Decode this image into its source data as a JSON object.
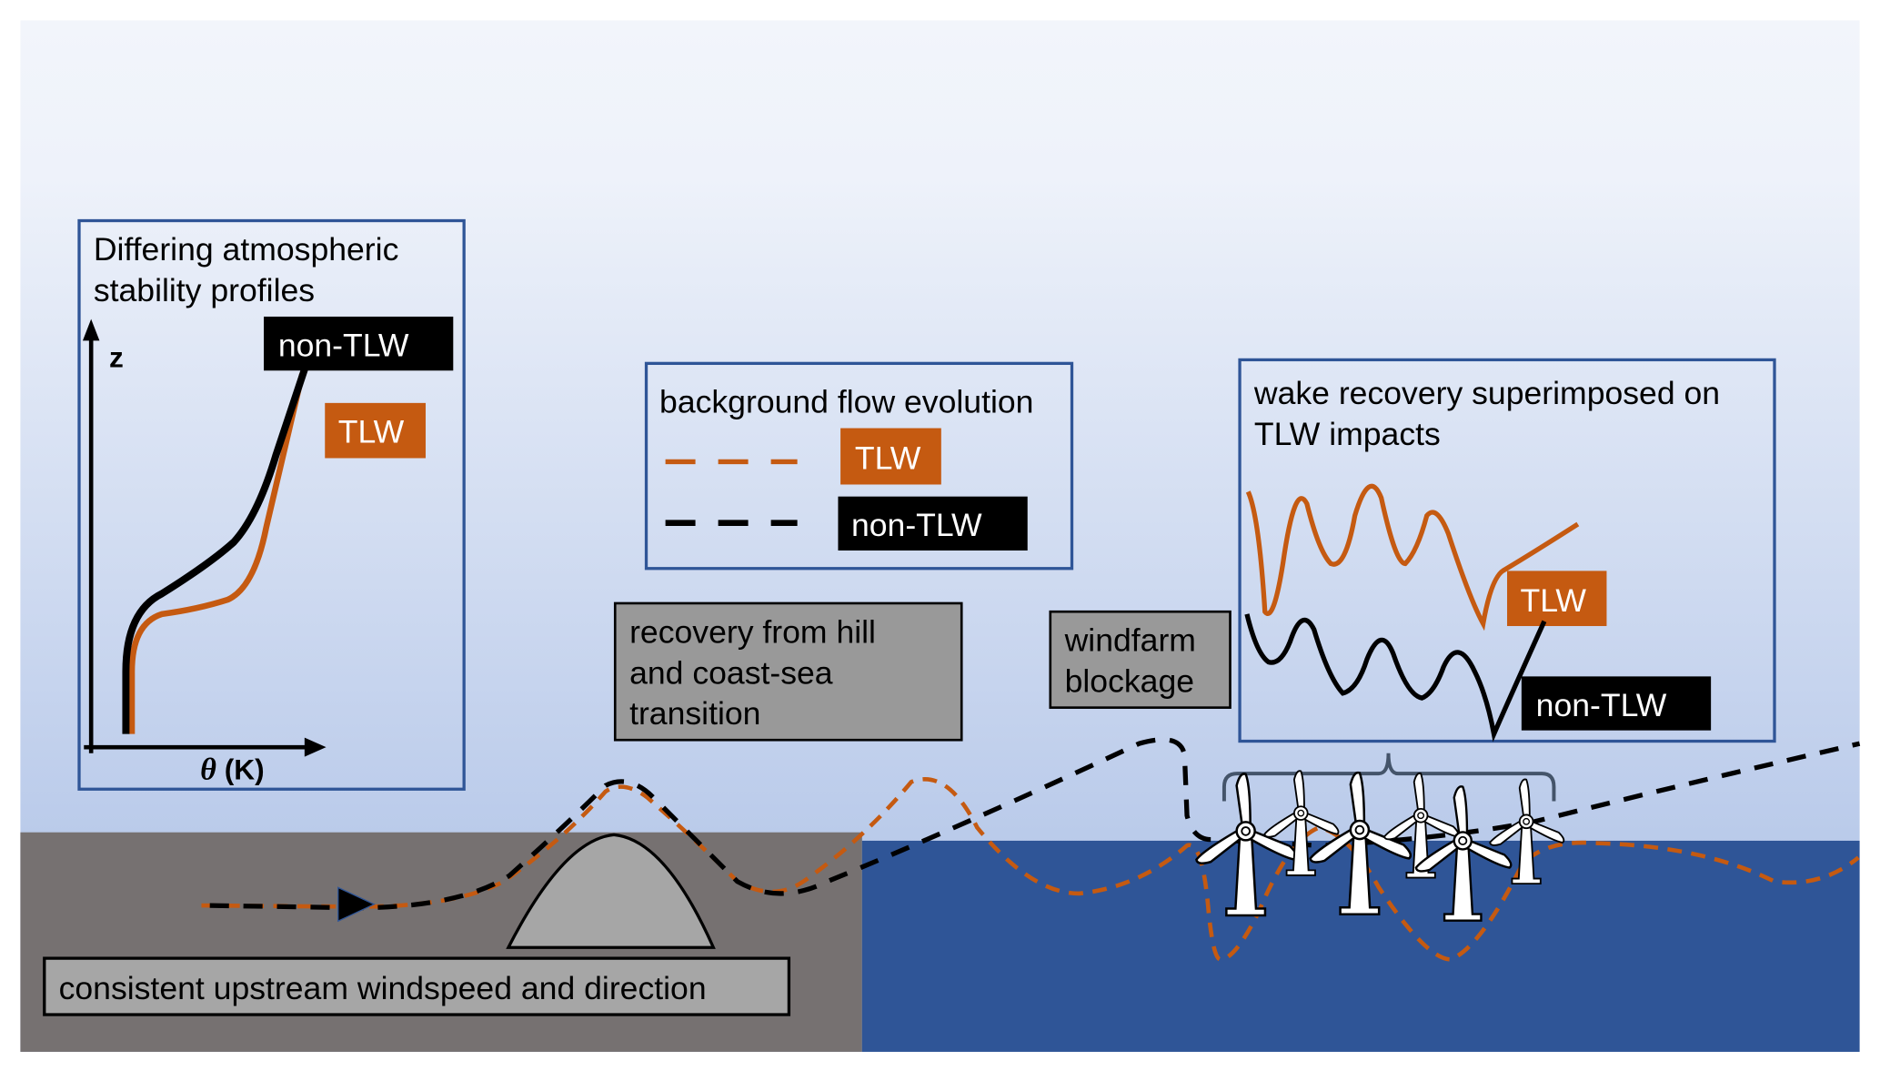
{
  "colors": {
    "sky_top": "#f2f5fb",
    "sky_bottom": "#aabfe5",
    "land": "#767171",
    "sea": "#2f5597",
    "hill": "#a6a6a6",
    "tlw": "#c55a11",
    "non_tlw": "#000000",
    "panel_border": "#2f5597",
    "callout_fill": "#999999",
    "brace": "#44546a"
  },
  "stability_panel": {
    "title_line1": "Differing atmospheric",
    "title_line2": "stability profiles",
    "y_axis_label": "z",
    "x_axis_symbol": "θ",
    "x_axis_unit": " (K)",
    "label_non_tlw": "non-TLW",
    "label_tlw": "TLW"
  },
  "legend_panel": {
    "title": "background flow evolution",
    "items": [
      {
        "label": "TLW",
        "style": "dashed-orange"
      },
      {
        "label": "non-TLW",
        "style": "dashed-black"
      }
    ]
  },
  "wake_panel": {
    "title_line1": "wake recovery superimposed on",
    "title_line2": "TLW impacts",
    "label_tlw": "TLW",
    "label_non_tlw": "non-TLW"
  },
  "callouts": {
    "recovery": [
      "recovery from hill",
      "and coast-sea",
      "transition"
    ],
    "blockage": [
      "windfarm",
      "blockage"
    ],
    "upstream": "consistent upstream windspeed and direction"
  },
  "turbines": {
    "count": 6
  }
}
